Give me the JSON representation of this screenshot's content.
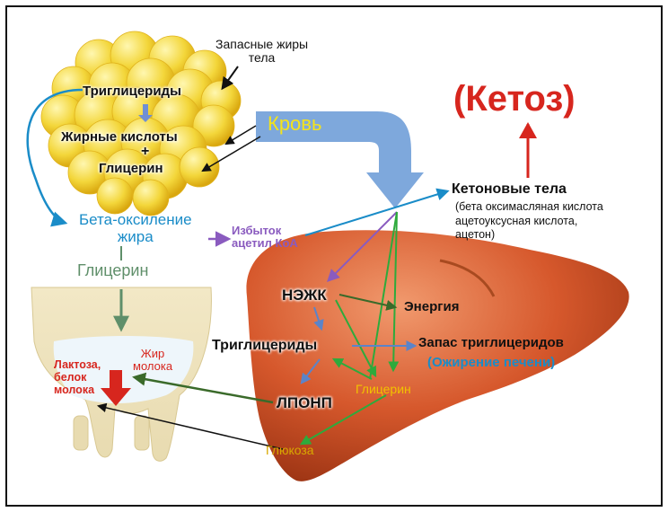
{
  "labels": {
    "storage_fat": "Запасные жиры\nтела",
    "tg_top": "Триглицериды",
    "fatty_acids": "Жирные кислоты",
    "plus": "+",
    "glycerol_top": "Глицерин",
    "blood": "Кровь",
    "ketosis": "(Кетоз)",
    "ketone_bodies": "Кетоновые тела",
    "ketone_note": "(бета оксимасляная кислота\nацетоуксусная кислота,\nацетон)",
    "beta_oxidation": "Бета-оксиление\nжира",
    "excess_acetyl": "Избыток\nацетил КоА",
    "glycerol_left": "Глицерин",
    "nefa": "НЭЖК",
    "energy": "Энергия",
    "tg_liver": "Триглицериды",
    "tg_storage": "Запас триглицеридов",
    "fatty_liver": "(Ожирение печени)",
    "milk_fat": "Жир\nмолока",
    "lactose": "Лактоза,\nбелок\nмолока",
    "glycerol_liver": "Глицерин",
    "vldl": "ЛПОНП",
    "glucose": "Глюкоза"
  },
  "colors": {
    "ketosis_red": "#d7261e",
    "blood_blue": "#7ea8dc",
    "beta_blue": "#1a8cc8",
    "purple": "#8a5bbf",
    "green_gray": "#5f8f6a",
    "green": "#2eaa3c",
    "dark_green": "#3a6a2a",
    "yellow": "#f2c200",
    "liver": "#d6582c",
    "black": "#111111"
  }
}
